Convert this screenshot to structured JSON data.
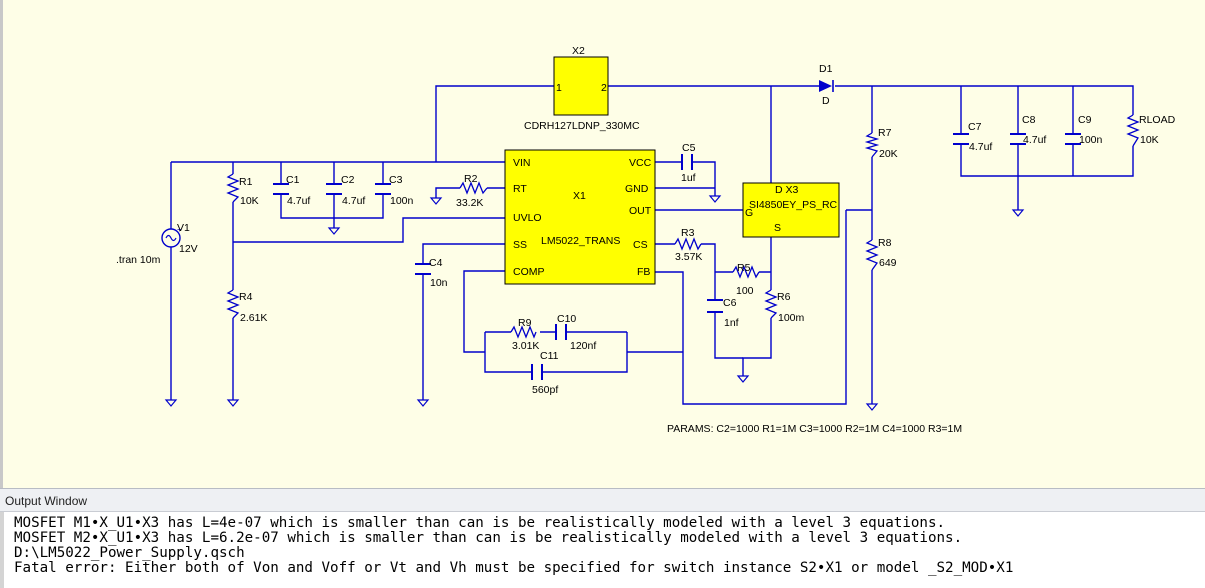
{
  "schematic": {
    "components": {
      "X2": {
        "ref": "X2",
        "pin1": "1",
        "pin2": "2",
        "value": "CDRH127LDNP_330MC"
      },
      "D1": {
        "ref": "D1",
        "sub": "D"
      },
      "X1": {
        "ref": "X1",
        "value": "LM5022_TRANS",
        "pins": {
          "vin": "VIN",
          "rt": "RT",
          "uvlo": "UVLO",
          "ss": "SS",
          "comp": "COMP",
          "vcc": "VCC",
          "gnd": "GND",
          "out": "OUT",
          "cs": "CS",
          "fb": "FB"
        }
      },
      "X3": {
        "ref": "D X3",
        "value": "SI4850EY_PS_RC",
        "pin_g": "G",
        "pin_s": "S"
      },
      "R1": {
        "ref": "R1",
        "value": "10K"
      },
      "R2": {
        "ref": "R2",
        "value": "33.2K"
      },
      "R3": {
        "ref": "R3",
        "value": "3.57K"
      },
      "R4": {
        "ref": "R4",
        "value": "2.61K"
      },
      "R5": {
        "ref": "R5",
        "value": "100"
      },
      "R6": {
        "ref": "R6",
        "value": "100m"
      },
      "R7": {
        "ref": "R7",
        "value": "20K"
      },
      "R8": {
        "ref": "R8",
        "value": "649"
      },
      "R9": {
        "ref": "R9",
        "value": "3.01K"
      },
      "RLOAD": {
        "ref": "RLOAD",
        "value": "10K"
      },
      "C1": {
        "ref": "C1",
        "value": "4.7uf"
      },
      "C2": {
        "ref": "C2",
        "value": "4.7uf"
      },
      "C3": {
        "ref": "C3",
        "value": "100n"
      },
      "C4": {
        "ref": "C4",
        "value": "10n"
      },
      "C5": {
        "ref": "C5",
        "value": "1uf"
      },
      "C6": {
        "ref": "C6",
        "value": "1nf"
      },
      "C7": {
        "ref": "C7",
        "value": "4.7uf"
      },
      "C8": {
        "ref": "C8",
        "value": "4.7uf"
      },
      "C9": {
        "ref": "C9",
        "value": "100n"
      },
      "C10": {
        "ref": "C10",
        "value": "120nf"
      },
      "C11": {
        "ref": "C11",
        "value": "560pf"
      },
      "V1": {
        "ref": "V1",
        "value": "12V"
      }
    },
    "directive_tran": ".tran 10m",
    "params": "PARAMS: C2=1000 R1=1M C3=1000 R2=1M C4=1000 R3=1M"
  },
  "output_window": {
    "title": "Output Window",
    "lines": [
      "MOSFET M1•X_U1•X3 has L=4e-07 which is smaller than can is be realistically modeled with a level 3 equations.",
      "MOSFET M2•X_U1•X3 has L=6.2e-07 which is smaller than can is be realistically modeled with a level 3 equations.",
      "D:\\LM5022_Power_Supply.qsch",
      "Fatal error: Either both of Von and Voff or Vt and Vh must be specified for switch instance S2•X1 or model _S2_MOD•X1"
    ]
  },
  "colors": {
    "wire": "#0000cc",
    "component_fill": "#ffff00",
    "canvas_bg": "#fefee7"
  }
}
